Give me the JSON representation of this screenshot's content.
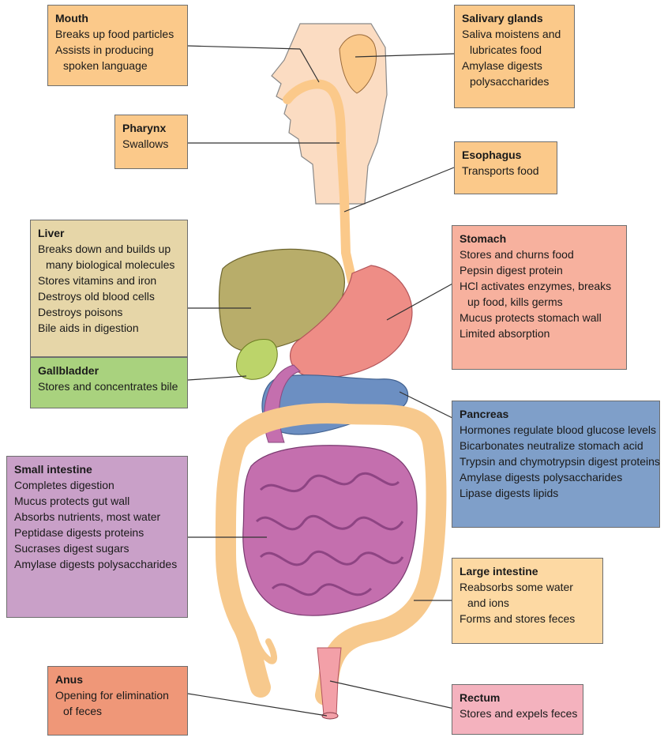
{
  "colors": {
    "orange": "#fbc98a",
    "tan": "#e6d6a8",
    "green": "#a9d27e",
    "salmon": "#f7b19e",
    "blue": "#7f9fc9",
    "purple": "#c9a0c8",
    "light_orange": "#fdd9a3",
    "dark_salmon": "#ef9778",
    "pink": "#f4b2be",
    "organ_face": "#fbdcc2",
    "organ_tube": "#fbc98a",
    "organ_stomach": "#ee8d86",
    "organ_liver": "#b8ad6a",
    "organ_gallbladder": "#bcd46a",
    "organ_pancreas": "#6c8fc2",
    "organ_small_intestine": "#c46fae",
    "organ_large_intestine": "#f7c98d",
    "organ_rectum": "#f3a0a8",
    "line": "#333333"
  },
  "labels": {
    "mouth": {
      "title": "Mouth",
      "lines": [
        "Breaks up food particles",
        "Assists in producing",
        "spoken language"
      ]
    },
    "salivary": {
      "title": "Salivary glands",
      "lines": [
        "Saliva moistens and",
        "lubricates food",
        "Amylase digests",
        "polysaccharides"
      ]
    },
    "pharynx": {
      "title": "Pharynx",
      "lines": [
        "Swallows"
      ]
    },
    "esophagus": {
      "title": "Esophagus",
      "lines": [
        "Transports food"
      ]
    },
    "liver": {
      "title": "Liver",
      "lines": [
        "Breaks down and builds up",
        "many biological molecules",
        "Stores vitamins and iron",
        "Destroys old blood cells",
        "Destroys poisons",
        "Bile aids in digestion"
      ]
    },
    "stomach": {
      "title": "Stomach",
      "lines": [
        "Stores and churns food",
        "Pepsin digest protein",
        "HCl activates enzymes, breaks",
        "up food, kills germs",
        "Mucus protects stomach wall",
        "Limited absorption"
      ]
    },
    "gallbladder": {
      "title": "Gallbladder",
      "lines": [
        "Stores and concentrates bile"
      ]
    },
    "pancreas": {
      "title": "Pancreas",
      "lines": [
        "Hormones regulate blood glucose levels",
        "Bicarbonates neutralize stomach acid",
        "Trypsin and chymotrypsin digest proteins",
        "Amylase digests polysaccharides",
        "Lipase digests lipids"
      ]
    },
    "small_intestine": {
      "title": "Small intestine",
      "lines": [
        "Completes digestion",
        "Mucus protects gut wall",
        "Absorbs nutrients, most water",
        "Peptidase digests proteins",
        "Sucrases digest sugars",
        "Amylase digests polysaccharides"
      ]
    },
    "large_intestine": {
      "title": "Large intestine",
      "lines": [
        "Reabsorbs some water",
        "and ions",
        "Forms and stores feces"
      ]
    },
    "anus": {
      "title": "Anus",
      "lines": [
        "Opening for elimination",
        "of feces"
      ]
    },
    "rectum": {
      "title": "Rectum",
      "lines": [
        "Stores and expels feces"
      ]
    }
  }
}
